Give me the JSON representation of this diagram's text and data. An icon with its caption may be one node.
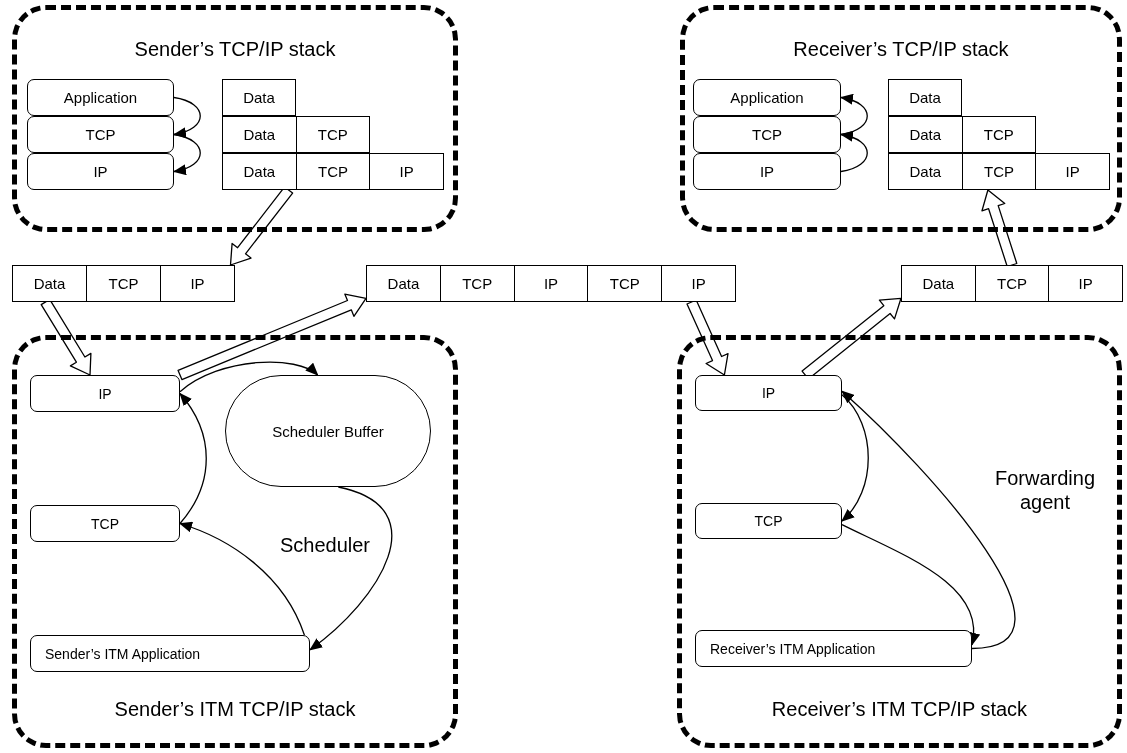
{
  "diagram": {
    "nodes": [
      {
        "text": [
          "Sender’s TCP/IP stack"
        ]
      },
      {
        "text": [
          "Application"
        ],
        "in": 0
      },
      {
        "text": [
          "TCP"
        ],
        "in": 0
      },
      {
        "text": [
          "IP"
        ],
        "in": 0
      },
      {
        "text": [
          "Data"
        ],
        "in": 0
      },
      {
        "text": [
          "Data",
          "TCP"
        ],
        "in": 0
      },
      {
        "text": [
          "Data",
          "TCP",
          "IP"
        ],
        "in": 0
      },
      {
        "text": [
          "Receiver’s TCP/IP stack"
        ]
      },
      {
        "text": [
          "Application"
        ],
        "in": 7
      },
      {
        "text": [
          "TCP"
        ],
        "in": 7
      },
      {
        "text": [
          "IP"
        ],
        "in": 7
      },
      {
        "text": [
          "Data"
        ],
        "in": 7
      },
      {
        "text": [
          "Data",
          "TCP"
        ],
        "in": 7
      },
      {
        "text": [
          "Data",
          "TCP",
          "IP"
        ],
        "in": 7
      },
      {
        "text": [
          "Data",
          "TCP",
          "IP"
        ]
      },
      {
        "text": [
          "Data",
          "TCP",
          "IP",
          "TCP",
          "IP"
        ]
      },
      {
        "text": [
          "Data",
          "TCP",
          "IP"
        ]
      },
      {
        "text": [
          "Sender’s ITM TCP/IP stack"
        ]
      },
      {
        "text": [
          "IP"
        ],
        "in": 17
      },
      {
        "text": [
          "Scheduler Buffer"
        ],
        "in": 17
      },
      {
        "text": [
          "TCP"
        ],
        "in": 17
      },
      {
        "text": [
          "Sender’s ITM Application"
        ],
        "in": 17
      },
      {
        "text": [
          "Receiver’s ITM TCP/IP stack"
        ]
      },
      {
        "text": [
          "IP"
        ],
        "in": 22
      },
      {
        "text": [
          "TCP"
        ],
        "in": 22
      },
      {
        "text": [
          "Receiver’s ITM Application"
        ],
        "in": 22
      }
    ],
    "edges": [
      {
        "from": 1,
        "to": 2,
        "arrow": "to"
      },
      {
        "from": 2,
        "to": 3,
        "arrow": "to"
      },
      {
        "from": 10,
        "to": 9,
        "arrow": "to"
      },
      {
        "from": 9,
        "to": 8,
        "arrow": "to"
      },
      {
        "from": 6,
        "to": 14,
        "arrow": "to",
        "style": "thick"
      },
      {
        "from": 14,
        "to": 18,
        "arrow": "to",
        "style": "thick"
      },
      {
        "from": 18,
        "to": 15,
        "arrow": "to",
        "style": "thick"
      },
      {
        "from": 15,
        "to": 23,
        "arrow": "to",
        "style": "thick"
      },
      {
        "from": 23,
        "to": 16,
        "arrow": "to",
        "style": "thick"
      },
      {
        "from": 16,
        "to": 13,
        "arrow": "to",
        "style": "thick"
      },
      {
        "from": 18,
        "to": 19,
        "arrow": "to"
      },
      {
        "from": 20,
        "to": 18,
        "arrow": "to"
      },
      {
        "from": 19,
        "to": 21,
        "arrow": "to",
        "label": "Scheduler"
      },
      {
        "from": 21,
        "to": 20,
        "arrow": "to"
      },
      {
        "from": 23,
        "to": 24,
        "arrow": "to"
      },
      {
        "from": 24,
        "to": 25,
        "arrow": "to"
      },
      {
        "from": 25,
        "to": 23,
        "arrow": "to",
        "label": "Forwarding agent"
      }
    ]
  }
}
